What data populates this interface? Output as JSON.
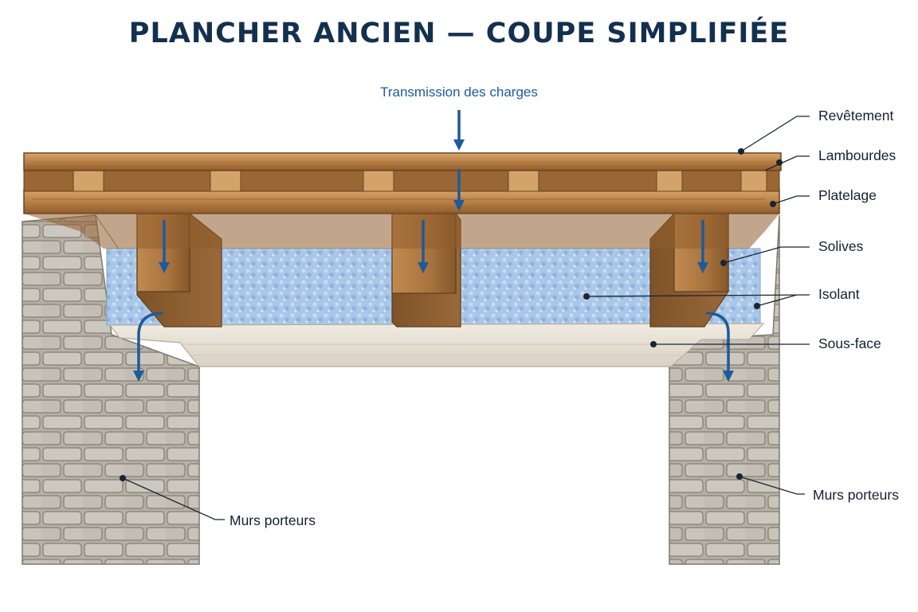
{
  "title": "PLANCHER ANCIEN — COUPE SIMPLIFIÉE",
  "flow_label": "Transmission des charges",
  "labels": {
    "revetement": "Revêtement",
    "lambourdes": "Lambourdes",
    "platelage": "Platelage",
    "solives": "Solives",
    "isolant": "Isolant",
    "sous_face": "Sous-face",
    "murs_gauche": "Murs porteurs",
    "murs_droite": "Murs porteurs"
  },
  "colors": {
    "title": "#14304f",
    "arrow": "#1e5a9c",
    "wood": "#b07a45",
    "insulation": "#9ec0e4",
    "stone": "#b9b4aa",
    "underside": "#e8e2d6"
  }
}
